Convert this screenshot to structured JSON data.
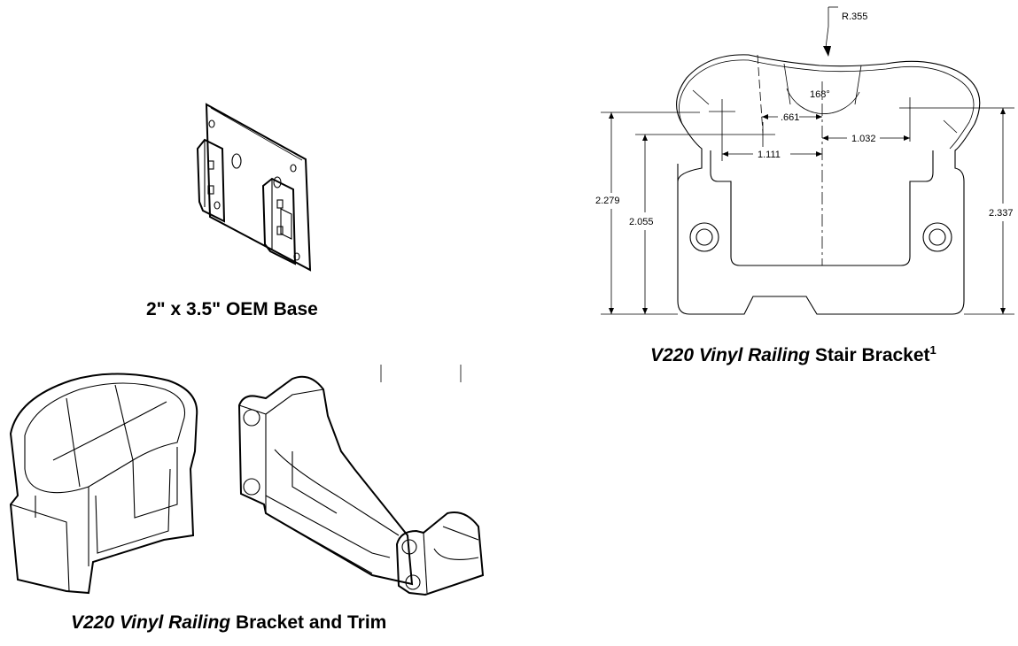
{
  "base": {
    "caption": "2\" x 3.5\" OEM Base"
  },
  "stair_bracket": {
    "caption_italic": "V220 Vinyl Railing",
    "caption_rest": " Stair Bracket",
    "footnote": "1",
    "dimensions": {
      "radius": "R.355",
      "angle": "168°",
      "d1": ".661",
      "d2": "1.111",
      "d3": "1.032",
      "height_left_outer": "2.279",
      "height_left_inner": "2.055",
      "height_right": "2.337"
    }
  },
  "bracket_trim": {
    "caption_italic": "V220 Vinyl Railing",
    "caption_rest": " Bracket and Trim"
  }
}
